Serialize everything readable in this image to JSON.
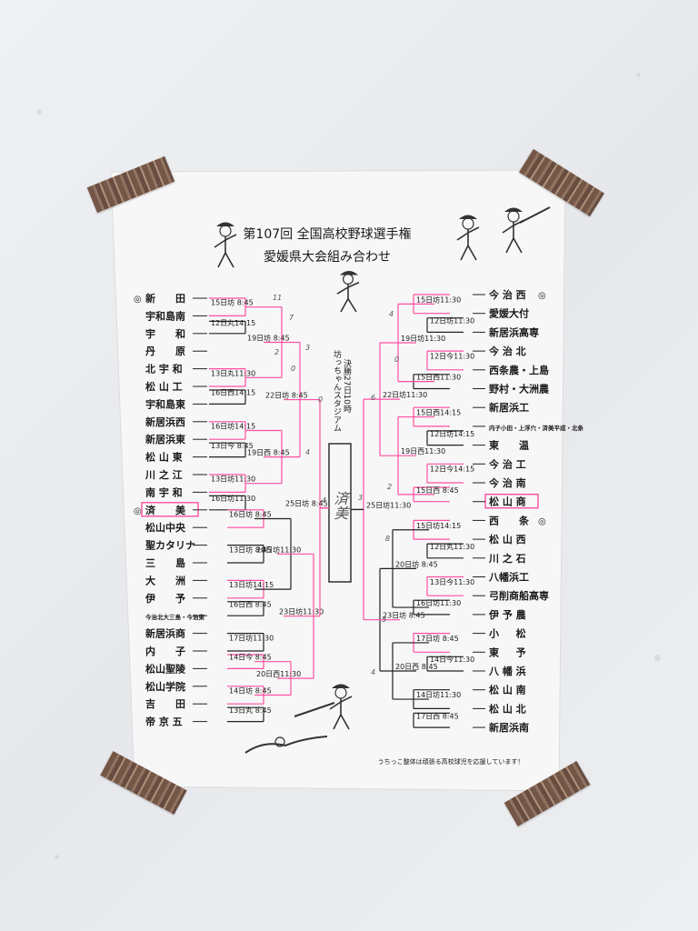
{
  "poster": {
    "title_line1": "第107回  全国高校野球選手権",
    "title_line2": "愛媛県大会組み合わせ",
    "final_info": "決勝27日10時",
    "stadium": "坊っちゃんスタジアム",
    "winner_handwritten": "済美",
    "footer": "うちっこ整体は頑張る高校球児を応援しています！"
  },
  "left_teams": [
    {
      "name": "新　　田",
      "seed": "◎"
    },
    {
      "name": "宇和島南"
    },
    {
      "name": "宇　　和"
    },
    {
      "name": "丹　　原"
    },
    {
      "name": "北 宇 和"
    },
    {
      "name": "松 山 工"
    },
    {
      "name": "宇和島東"
    },
    {
      "name": "新居浜西"
    },
    {
      "name": "新居浜東"
    },
    {
      "name": "松 山 東"
    },
    {
      "name": "川 之 江"
    },
    {
      "name": "南 宇 和"
    },
    {
      "name": "済　　美",
      "seed": "◎",
      "highlight": true
    },
    {
      "name": "松山中央"
    },
    {
      "name": "聖カタリナ"
    },
    {
      "name": "三　　島"
    },
    {
      "name": "大　　洲"
    },
    {
      "name": "伊　　予"
    },
    {
      "name": "今治北大三島・今治東"
    },
    {
      "name": "新居浜商"
    },
    {
      "name": "内　　子"
    },
    {
      "name": "松山聖陵"
    },
    {
      "name": "松山学院"
    },
    {
      "name": "吉　　田"
    },
    {
      "name": "帝 京 五"
    }
  ],
  "right_teams": [
    {
      "name": "今 治 西",
      "seed": "◎"
    },
    {
      "name": "愛媛大付"
    },
    {
      "name": "新居浜高専"
    },
    {
      "name": "今 治 北"
    },
    {
      "name": "西条農・上島"
    },
    {
      "name": "野村・大洲農"
    },
    {
      "name": "新居浜工"
    },
    {
      "name": "内子小田・上浮穴・済美平成・北条"
    },
    {
      "name": "東　　温"
    },
    {
      "name": "今 治 工"
    },
    {
      "name": "今 治 南"
    },
    {
      "name": "松 山 商",
      "highlight": true
    },
    {
      "name": "西　　条",
      "seed": "◎"
    },
    {
      "name": "松 山 西"
    },
    {
      "name": "川 之 石"
    },
    {
      "name": "八幡浜工"
    },
    {
      "name": "弓削商船高専"
    },
    {
      "name": "伊 予 農"
    },
    {
      "name": "小 　 松"
    },
    {
      "name": "東 　 予"
    },
    {
      "name": "八 幡 浜"
    },
    {
      "name": "松 山 南"
    },
    {
      "name": "松 山 北"
    },
    {
      "name": "新居浜南"
    }
  ],
  "left_schedule": [
    "15日坊 8:45",
    "12日丸14:15",
    "19日坊 8:45",
    "13日丸11:30",
    "16日西14:15",
    "22日坊 8:45",
    "16日坊14:15",
    "13日今 8:45",
    "19日西 8:45",
    "13日坊11:30",
    "16日坊11:30",
    "25日坊 8:45",
    "16日坊 8:45",
    "13日坊 8:45",
    "20日坊11:30",
    "13日坊14:15",
    "16日西 8:45",
    "23日坊11:30",
    "17日坊11:30",
    "14日今 8:45",
    "20日西11:30",
    "14日坊 8:45",
    "17日坊11:30",
    "13日丸 8:45"
  ],
  "right_schedule": [
    "15日坊11:30",
    "12日坊11:30",
    "19日坊11:30",
    "12日今11:30",
    "15日西11:30",
    "22日坊11:30",
    "15日西14:15",
    "12日坊14:15",
    "19日西11:30",
    "12日今14:15",
    "15日西 8:45",
    "25日坊11:30",
    "15日坊14:15",
    "12日丸11:30",
    "20日坊 8:45",
    "13日今11:30",
    "16日坊11:30",
    "23日坊 8:45",
    "17日坊 8:45",
    "14日今11:30",
    "20日西 8:45",
    "14日坊11:30",
    "17日西 8:45"
  ],
  "colors": {
    "paper": "#f7f7f8",
    "line": "#222222",
    "winner_line": "#ff4fa0",
    "text": "#1a1a1a",
    "tape": "#6b4a3a"
  },
  "icons": [
    "pitcher-illustration",
    "batter-illustration",
    "batting-illustration",
    "sliding-player-illustration",
    "mascot-illustration"
  ]
}
